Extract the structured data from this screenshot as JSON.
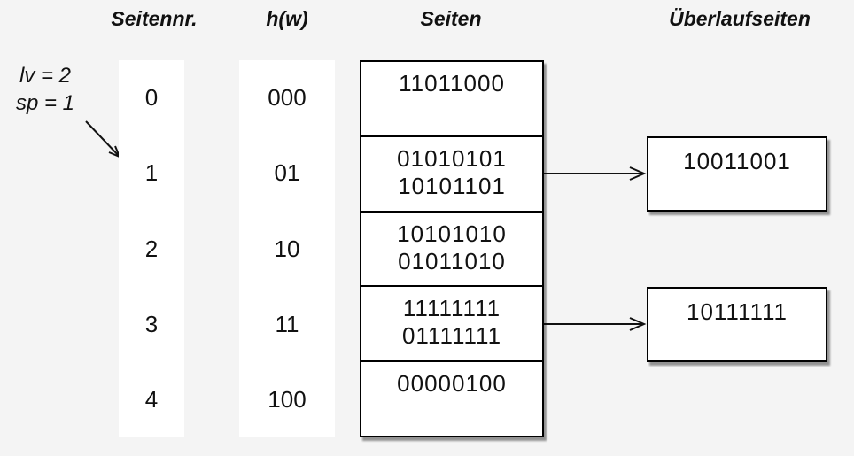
{
  "headers": {
    "seitennr": "Seitennr.",
    "hw": "h(w)",
    "seiten": "Seiten",
    "ueberlauf": "Überlaufseiten"
  },
  "annotation": {
    "line1": "lv = 2",
    "line2": "sp = 1"
  },
  "rows": [
    {
      "nr": "0",
      "hw": "000",
      "lines": [
        "11011000"
      ]
    },
    {
      "nr": "1",
      "hw": "01",
      "lines": [
        "01010101",
        "10101101"
      ],
      "overflow": "10011001"
    },
    {
      "nr": "2",
      "hw": "10",
      "lines": [
        "10101010",
        "01011010"
      ]
    },
    {
      "nr": "3",
      "hw": "11",
      "lines": [
        "11111111",
        "01111111"
      ],
      "overflow": "10111111"
    },
    {
      "nr": "4",
      "hw": "100",
      "lines": [
        "00000100"
      ]
    }
  ],
  "colors": {
    "background": "#f4f4f4",
    "box_fill": "#ffffff",
    "line": "#111111"
  }
}
